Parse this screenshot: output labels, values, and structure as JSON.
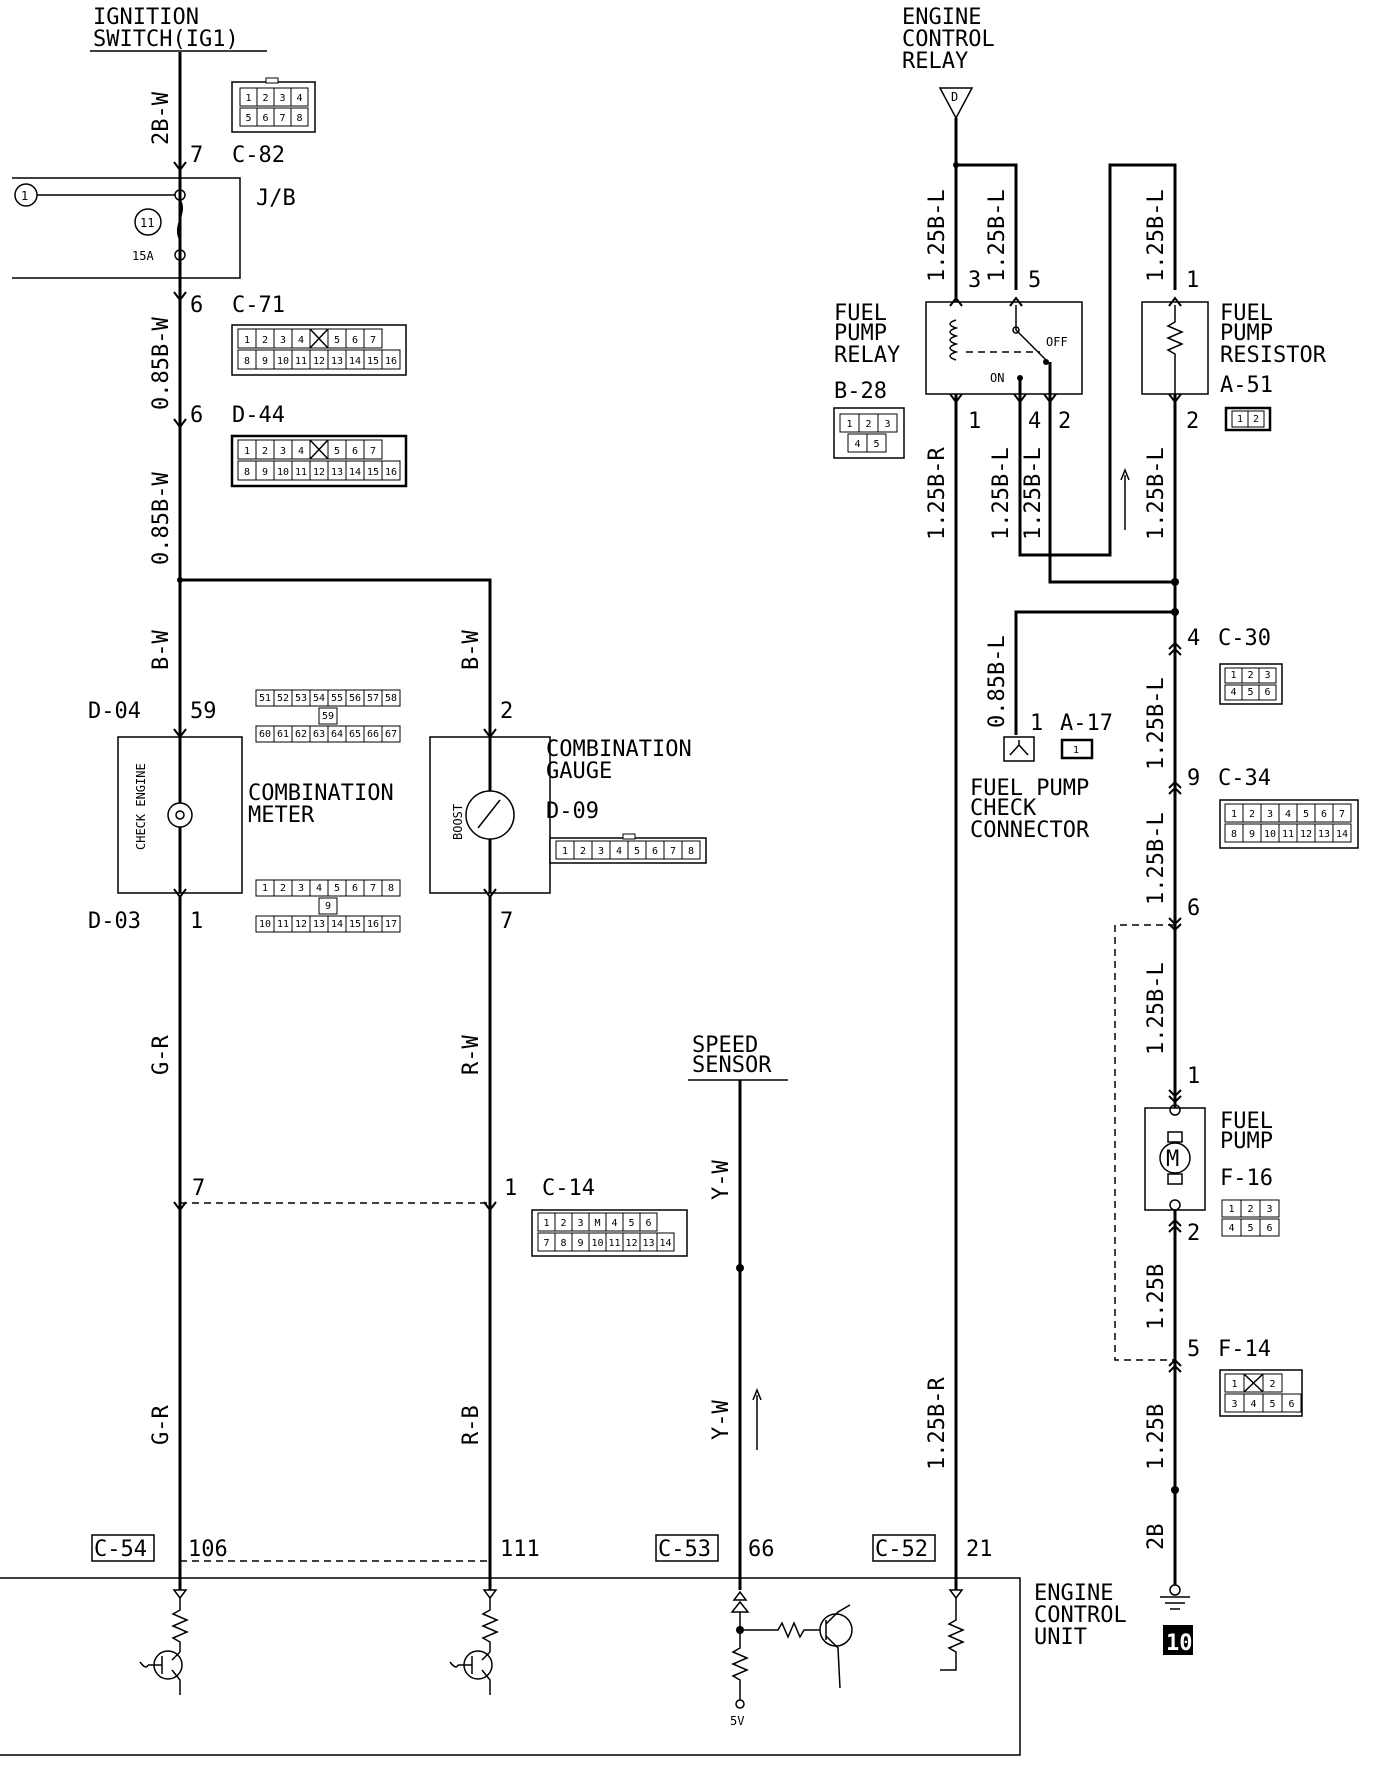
{
  "ignition_switch": {
    "line1": "IGNITION",
    "line2": "SWITCH(IG1)"
  },
  "engine_control_relay": {
    "line1": "ENGINE",
    "line2": "CONTROL",
    "line3": "RELAY",
    "terminal": "D"
  },
  "jb": {
    "label": "J/B",
    "circle_left": "1",
    "fuse_number": "11",
    "fuse_rating": "15A"
  },
  "wires": {
    "w_2bw": "2B-W",
    "w_085bw_a": "0.85B-W",
    "w_085bw_b": "0.85B-W",
    "w_bw_left": "B-W",
    "w_bw_right": "B-W",
    "w_gr_top": "G-R",
    "w_gr_bottom": "G-R",
    "w_rw": "R-W",
    "w_rb": "R-B",
    "w_yw_top": "Y-W",
    "w_yw_bottom": "Y-W",
    "w_125bl_a": "1.25B-L",
    "w_125bl_b": "1.25B-L",
    "w_125bl_c": "1.25B-L",
    "w_125br_top": "1.25B-R",
    "w_125bl_d": "1.25B-L",
    "w_125bl_e": "1.25B-L",
    "w_125bl_f": "1.25B-L",
    "w_085bl": "0.85B-L",
    "w_125bl_g": "1.25B-L",
    "w_125bl_h": "1.25B-L",
    "w_125bl_i": "1.25B-L",
    "w_125b_a": "1.25B",
    "w_125b_b": "1.25B",
    "w_125br_bottom": "1.25B-R",
    "w_2b": "2B"
  },
  "connectors": {
    "c82": {
      "id": "C-82",
      "pin": "7",
      "grid": [
        [
          "1",
          "2",
          "3",
          "4"
        ],
        [
          "5",
          "6",
          "7",
          "8"
        ]
      ]
    },
    "c71": {
      "id": "C-71",
      "pin": "6",
      "grid": [
        [
          "1",
          "2",
          "3",
          "4",
          "",
          "5",
          "6",
          "7"
        ],
        [
          "8",
          "9",
          "10",
          "11",
          "12",
          "13",
          "14",
          "15",
          "16"
        ]
      ]
    },
    "d44": {
      "id": "D-44",
      "pin": "6",
      "grid": [
        [
          "1",
          "2",
          "3",
          "4",
          "",
          "5",
          "6",
          "7"
        ],
        [
          "8",
          "9",
          "10",
          "11",
          "12",
          "13",
          "14",
          "15",
          "16"
        ]
      ]
    },
    "d04": {
      "id": "D-04",
      "pin": "59",
      "grid": [
        [
          "51",
          "52",
          "53",
          "54",
          "55",
          "56",
          "57",
          "58"
        ],
        [
          "59"
        ],
        [
          "60",
          "61",
          "62",
          "63",
          "64",
          "65",
          "66",
          "67"
        ]
      ]
    },
    "d03": {
      "id": "D-03",
      "pin": "1",
      "grid": [
        [
          "1",
          "2",
          "3",
          "4",
          "5",
          "6",
          "7",
          "8"
        ],
        [
          "9"
        ],
        [
          "10",
          "11",
          "12",
          "13",
          "14",
          "15",
          "16",
          "17"
        ]
      ]
    },
    "d09": {
      "id": "D-09",
      "pin_top": "2",
      "pin_bottom": "7",
      "grid": [
        [
          "1",
          "2",
          "3",
          "4",
          "5",
          "6",
          "7",
          "8"
        ]
      ]
    },
    "c14": {
      "id": "C-14",
      "pin_left": "7",
      "pin_right": "1",
      "grid": [
        [
          "1",
          "2",
          "3",
          "M",
          "4",
          "5",
          "6"
        ],
        [
          "7",
          "8",
          "9",
          "10",
          "11",
          "12",
          "13",
          "14"
        ]
      ]
    },
    "b28": {
      "id": "B-28",
      "pins": [
        "3",
        "5",
        "1",
        "4",
        "2"
      ],
      "grid": [
        [
          "1",
          "2",
          "3"
        ],
        [
          "4",
          "5"
        ]
      ]
    },
    "a51": {
      "id": "A-51",
      "pin_top": "1",
      "pin_bottom": "2",
      "grid": [
        [
          "1",
          "2"
        ]
      ]
    },
    "c30": {
      "id": "C-30",
      "pin": "4",
      "grid": [
        [
          "1",
          "2",
          "3"
        ],
        [
          "4",
          "5",
          "6"
        ]
      ]
    },
    "a17": {
      "id": "A-17",
      "pin": "1",
      "grid": [
        [
          "1"
        ]
      ]
    },
    "c34": {
      "id": "C-34",
      "pin": "9",
      "pin_b": "6",
      "grid": [
        [
          "1",
          "2",
          "3",
          "4",
          "5",
          "6",
          "7"
        ],
        [
          "8",
          "9",
          "10",
          "11",
          "12",
          "13",
          "14"
        ]
      ]
    },
    "f16": {
      "id": "F-16",
      "pin_top": "1",
      "pin_bottom": "2",
      "grid": [
        [
          "1",
          "2",
          "3"
        ],
        [
          "4",
          "5",
          "6"
        ]
      ]
    },
    "f14": {
      "id": "F-14",
      "pin": "5",
      "grid": [
        [
          "1",
          "",
          "2"
        ],
        [
          "3",
          "4",
          "5",
          "6"
        ]
      ]
    },
    "c54": {
      "id": "C-54",
      "pin": "106"
    },
    "c53": {
      "id": "C-53",
      "pin": "66"
    },
    "c52": {
      "id": "C-52",
      "pin": "21"
    },
    "ecu_pin_111": "111"
  },
  "components": {
    "check_engine": "CHECK ENGINE",
    "combination_meter": {
      "line1": "COMBINATION",
      "line2": "METER"
    },
    "boost": "BOOST",
    "combination_gauge": {
      "line1": "COMBINATION",
      "line2": "GAUGE"
    },
    "speed_sensor": {
      "line1": "SPEED",
      "line2": "SENSOR"
    },
    "fuel_pump_relay": {
      "line1": "FUEL",
      "line2": "PUMP",
      "line3": "RELAY",
      "off": "OFF",
      "on": "ON"
    },
    "fuel_pump_resistor": {
      "line1": "FUEL",
      "line2": "PUMP",
      "line3": "RESISTOR"
    },
    "fuel_pump_check_connector": {
      "line1": "FUEL PUMP",
      "line2": "CHECK",
      "line3": "CONNECTOR"
    },
    "fuel_pump": {
      "line1": "FUEL",
      "line2": "PUMP",
      "motor": "M"
    },
    "engine_control_unit": {
      "line1": "ENGINE",
      "line2": "CONTROL",
      "line3": "UNIT"
    },
    "ecu_5v": "5V",
    "ground_number": "10"
  }
}
